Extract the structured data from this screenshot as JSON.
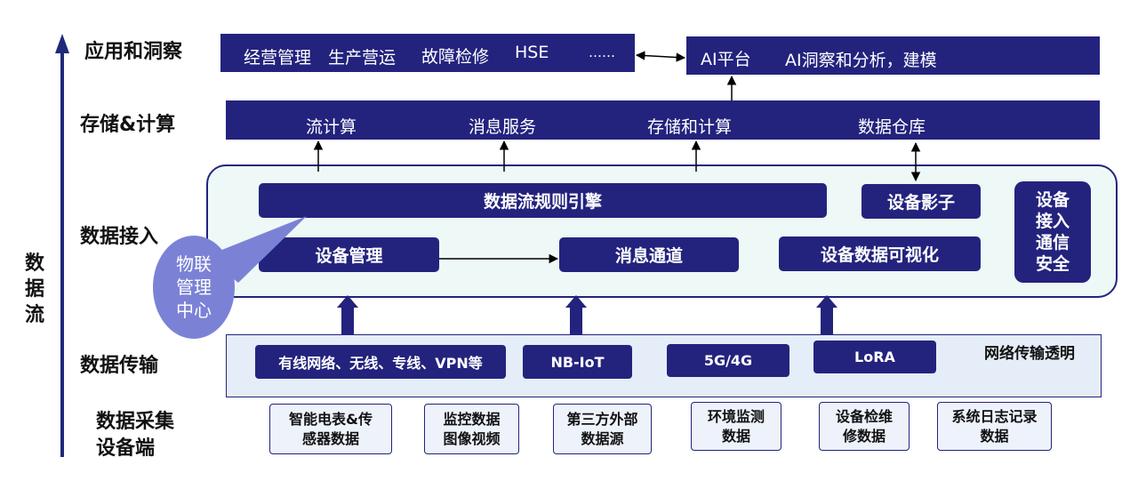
{
  "colors": {
    "navy": "#23237e",
    "panel": "#eef8f6",
    "transmit": "#e5edf8",
    "bubble": "#7b82d6",
    "accent": "#1f2a7a"
  },
  "axis": {
    "label": [
      "数",
      "据",
      "流"
    ]
  },
  "layers": {
    "application": "应用和洞察",
    "storage": "存储&计算",
    "access": "数据接入",
    "transmission": "数据传输",
    "collection": [
      "数据采集",
      "设备端"
    ]
  },
  "app_bar": {
    "items": [
      "经营管理",
      "生产营运",
      "故障检修",
      "HSE",
      "……"
    ]
  },
  "ai_bar": {
    "platform": "AI平台",
    "insight": "AI洞察和分析，建模"
  },
  "storage_bar": {
    "items": [
      "流计算",
      "消息服务",
      "存储和计算",
      "数据仓库"
    ]
  },
  "access_panel": {
    "rule_engine": "数据流规则引擎",
    "device_shadow": "设备影子",
    "device_mgmt": "设备管理",
    "msg_channel": "消息通道",
    "visualization": "设备数据可视化",
    "security": [
      "设备",
      "接入",
      "通信",
      "安全"
    ]
  },
  "bubble": {
    "lines": [
      "物联",
      "管理",
      "中心"
    ]
  },
  "transmission_bar": {
    "items": [
      "有线网络、无线、专线、VPN等",
      "NB-IoT",
      "5G/4G",
      "LoRA"
    ],
    "note": "网络传输透明"
  },
  "sources": [
    [
      "智能电表&传",
      "感器数据"
    ],
    [
      "监控数据",
      "图像视频"
    ],
    [
      "第三方外部",
      "数据源"
    ],
    [
      "环境监测",
      "数据"
    ],
    [
      "设备检维",
      "修数据"
    ],
    [
      "系统日志记录",
      "数据"
    ]
  ]
}
